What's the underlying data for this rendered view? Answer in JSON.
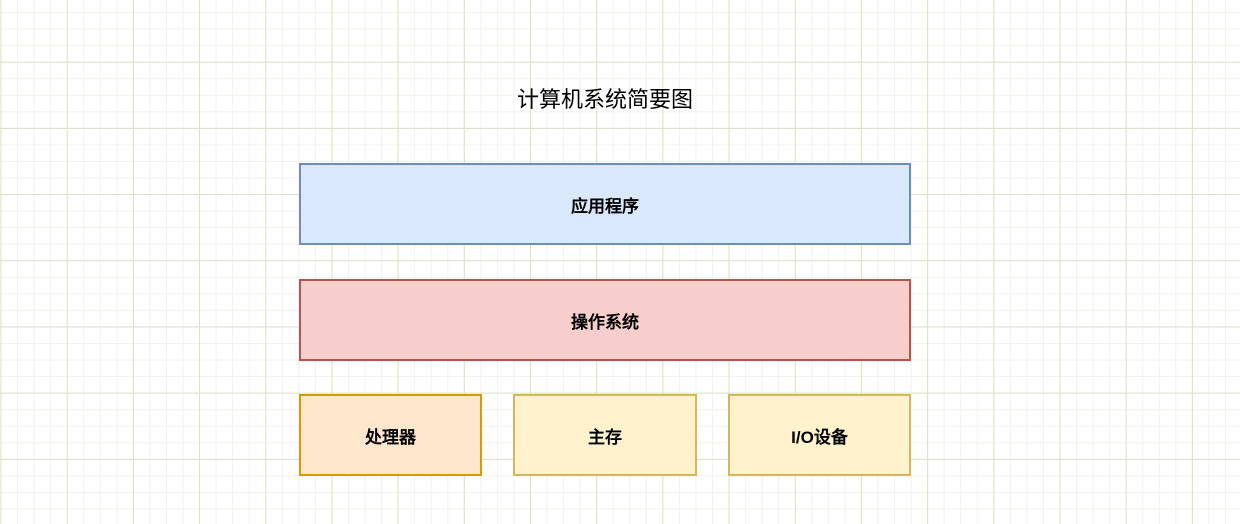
{
  "canvas": {
    "background_color": "#ffffff",
    "grid": {
      "minor_line_color": "#f4f2ec",
      "major_line_color": "#d9e2c6"
    }
  },
  "diagram": {
    "title": "计算机系统简要图",
    "nodes": [
      {
        "id": "application",
        "label": "应用程序",
        "fill": "#dae8fc",
        "stroke": "#6c8ebf"
      },
      {
        "id": "operating-system",
        "label": "操作系统",
        "fill": "#f8cecc",
        "stroke": "#b85450"
      },
      {
        "id": "processor",
        "label": "处理器",
        "fill": "#ffe6cc",
        "stroke": "#d79b00"
      },
      {
        "id": "main-memory",
        "label": "主存",
        "fill": "#fff2cc",
        "stroke": "#d6b656"
      },
      {
        "id": "io-devices",
        "label": "I/O设备",
        "fill": "#fff2cc",
        "stroke": "#d6b656"
      }
    ]
  }
}
